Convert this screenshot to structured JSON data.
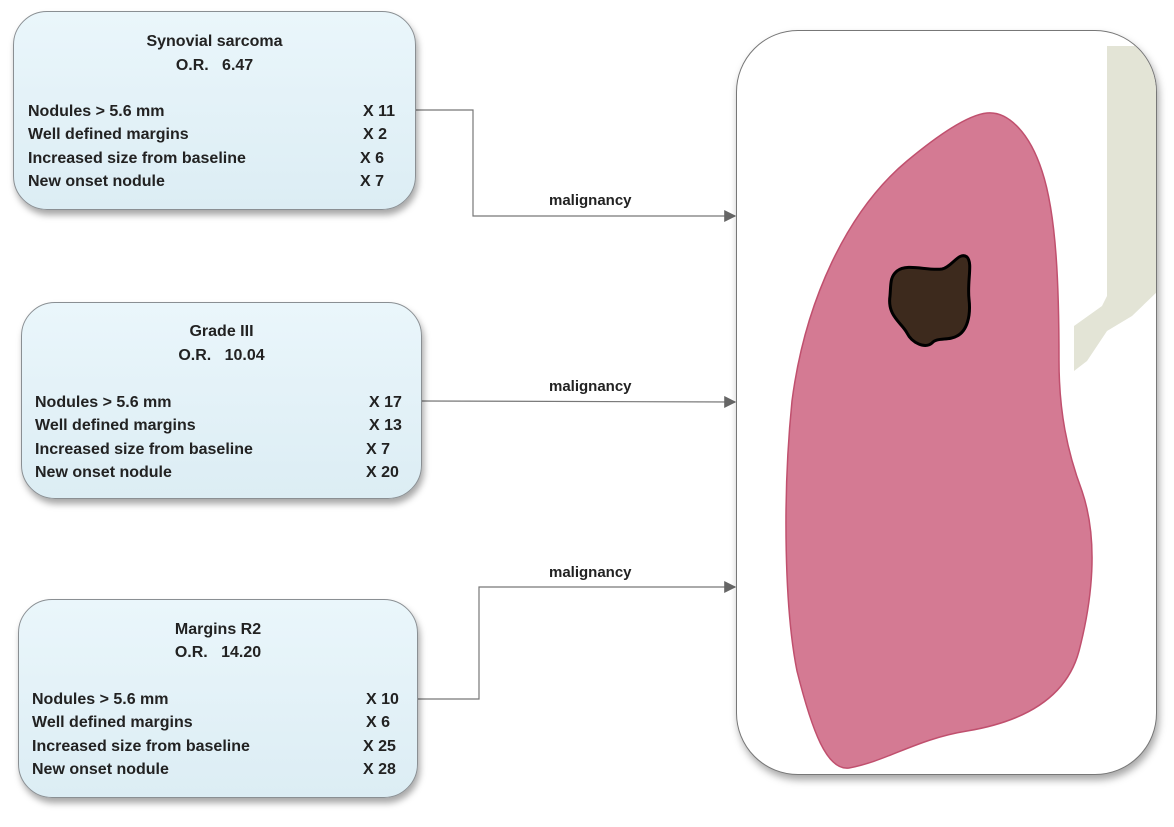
{
  "boxes": [
    {
      "title": "Synovial sarcoma",
      "or_label": "O.R.",
      "or_value": "6.47",
      "rows": [
        {
          "label": "Nodules > 5.6 mm",
          "value": "X 11"
        },
        {
          "label": "Well defined margins",
          "value": "X 2"
        },
        {
          "label": "Increased size from baseline",
          "value": "X 6"
        },
        {
          "label": "New onset nodule",
          "value": "X 7"
        }
      ]
    },
    {
      "title": "Grade III",
      "or_label": "O.R.",
      "or_value": "10.04",
      "rows": [
        {
          "label": "Nodules > 5.6 mm",
          "value": "X 17"
        },
        {
          "label": "Well defined margins",
          "value": "X 13"
        },
        {
          "label": "Increased size from baseline",
          "value": "X 7"
        },
        {
          "label": "New onset nodule",
          "value": "X 20"
        }
      ]
    },
    {
      "title": "Margins R2",
      "or_label": "O.R.",
      "or_value": "14.20",
      "rows": [
        {
          "label": "Nodules > 5.6 mm",
          "value": "X 10"
        },
        {
          "label": "Well defined margins",
          "value": "X 6"
        },
        {
          "label": "Increased size from baseline",
          "value": "X 25"
        },
        {
          "label": "New onset nodule",
          "value": "X 28"
        }
      ]
    }
  ],
  "edges": [
    {
      "label": "malignancy"
    },
    {
      "label": "malignancy"
    },
    {
      "label": "malignancy"
    }
  ],
  "colors": {
    "box_fill": "#e2f1f7",
    "lung": "#d47a93",
    "nodule": "#3d2a1d",
    "trachea": "#e3e4d6",
    "arrow": "#666666"
  }
}
